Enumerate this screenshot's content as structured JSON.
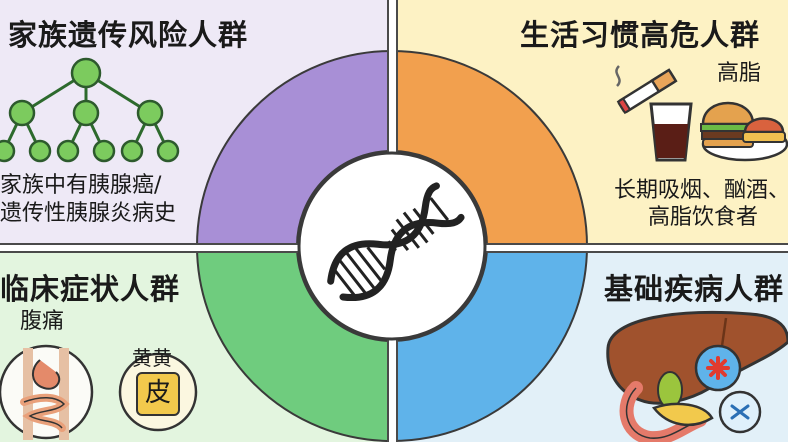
{
  "quadrants": {
    "top_left": {
      "title": "家族遗传风险人群",
      "line1": "家族中有胰腺癌/",
      "line2": "遗传性胰腺炎病史",
      "color": "#a88fd6",
      "icon": "family-tree-icon"
    },
    "top_right": {
      "title": "生活习惯高危人群",
      "label": "高脂",
      "line1": "长期吸烟、酗酒、",
      "line2": "高脂饮食者",
      "color": "#f2a04e",
      "icon": "cigarette-drink-burger-icon"
    },
    "bottom_left": {
      "title": "临床症状人群",
      "label": "腹痛",
      "badge": "黄黄",
      "badge_char": "皮",
      "color": "#6fcc7e",
      "icon": "digestive-tract-icon"
    },
    "bottom_right": {
      "title": "基础疾病人群",
      "color": "#5fb3ea",
      "icon": "liver-pancreas-icon"
    }
  },
  "center": {
    "icon": "dna-helix-icon"
  }
}
